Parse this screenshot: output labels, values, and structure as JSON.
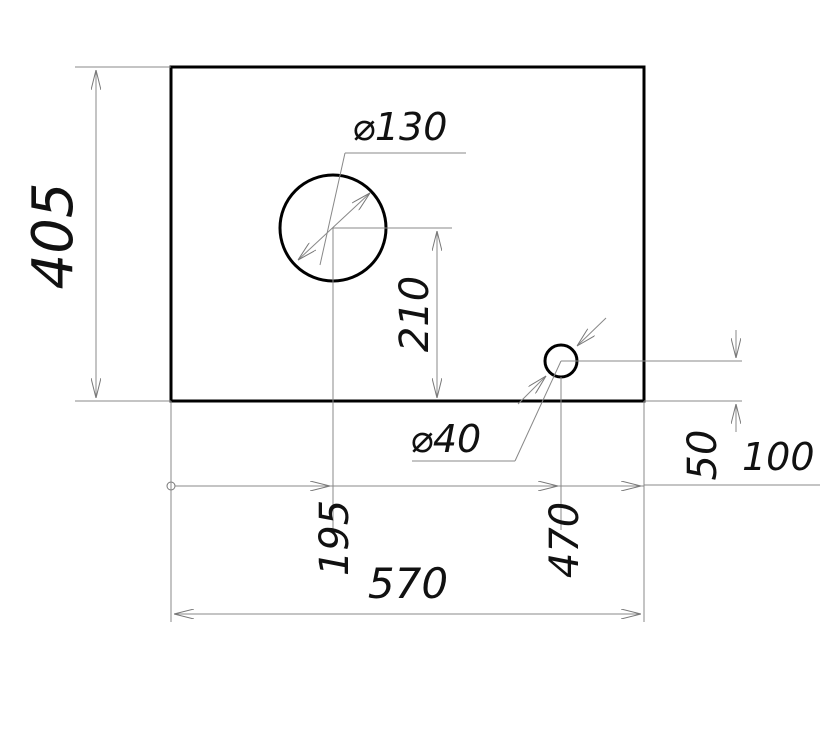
{
  "drawing": {
    "overall_height": "405",
    "overall_width": "570",
    "large_hole_diameter": "⌀130",
    "large_hole_height": "210",
    "large_hole_offset": "195",
    "small_hole_diameter": "⌀40",
    "small_hole_height": "50",
    "small_hole_offset": "470",
    "right_dimension": "100"
  },
  "colors": {
    "outline": "#000000",
    "dimension_line": "#888888",
    "text": "#111111",
    "background": "#ffffff"
  }
}
